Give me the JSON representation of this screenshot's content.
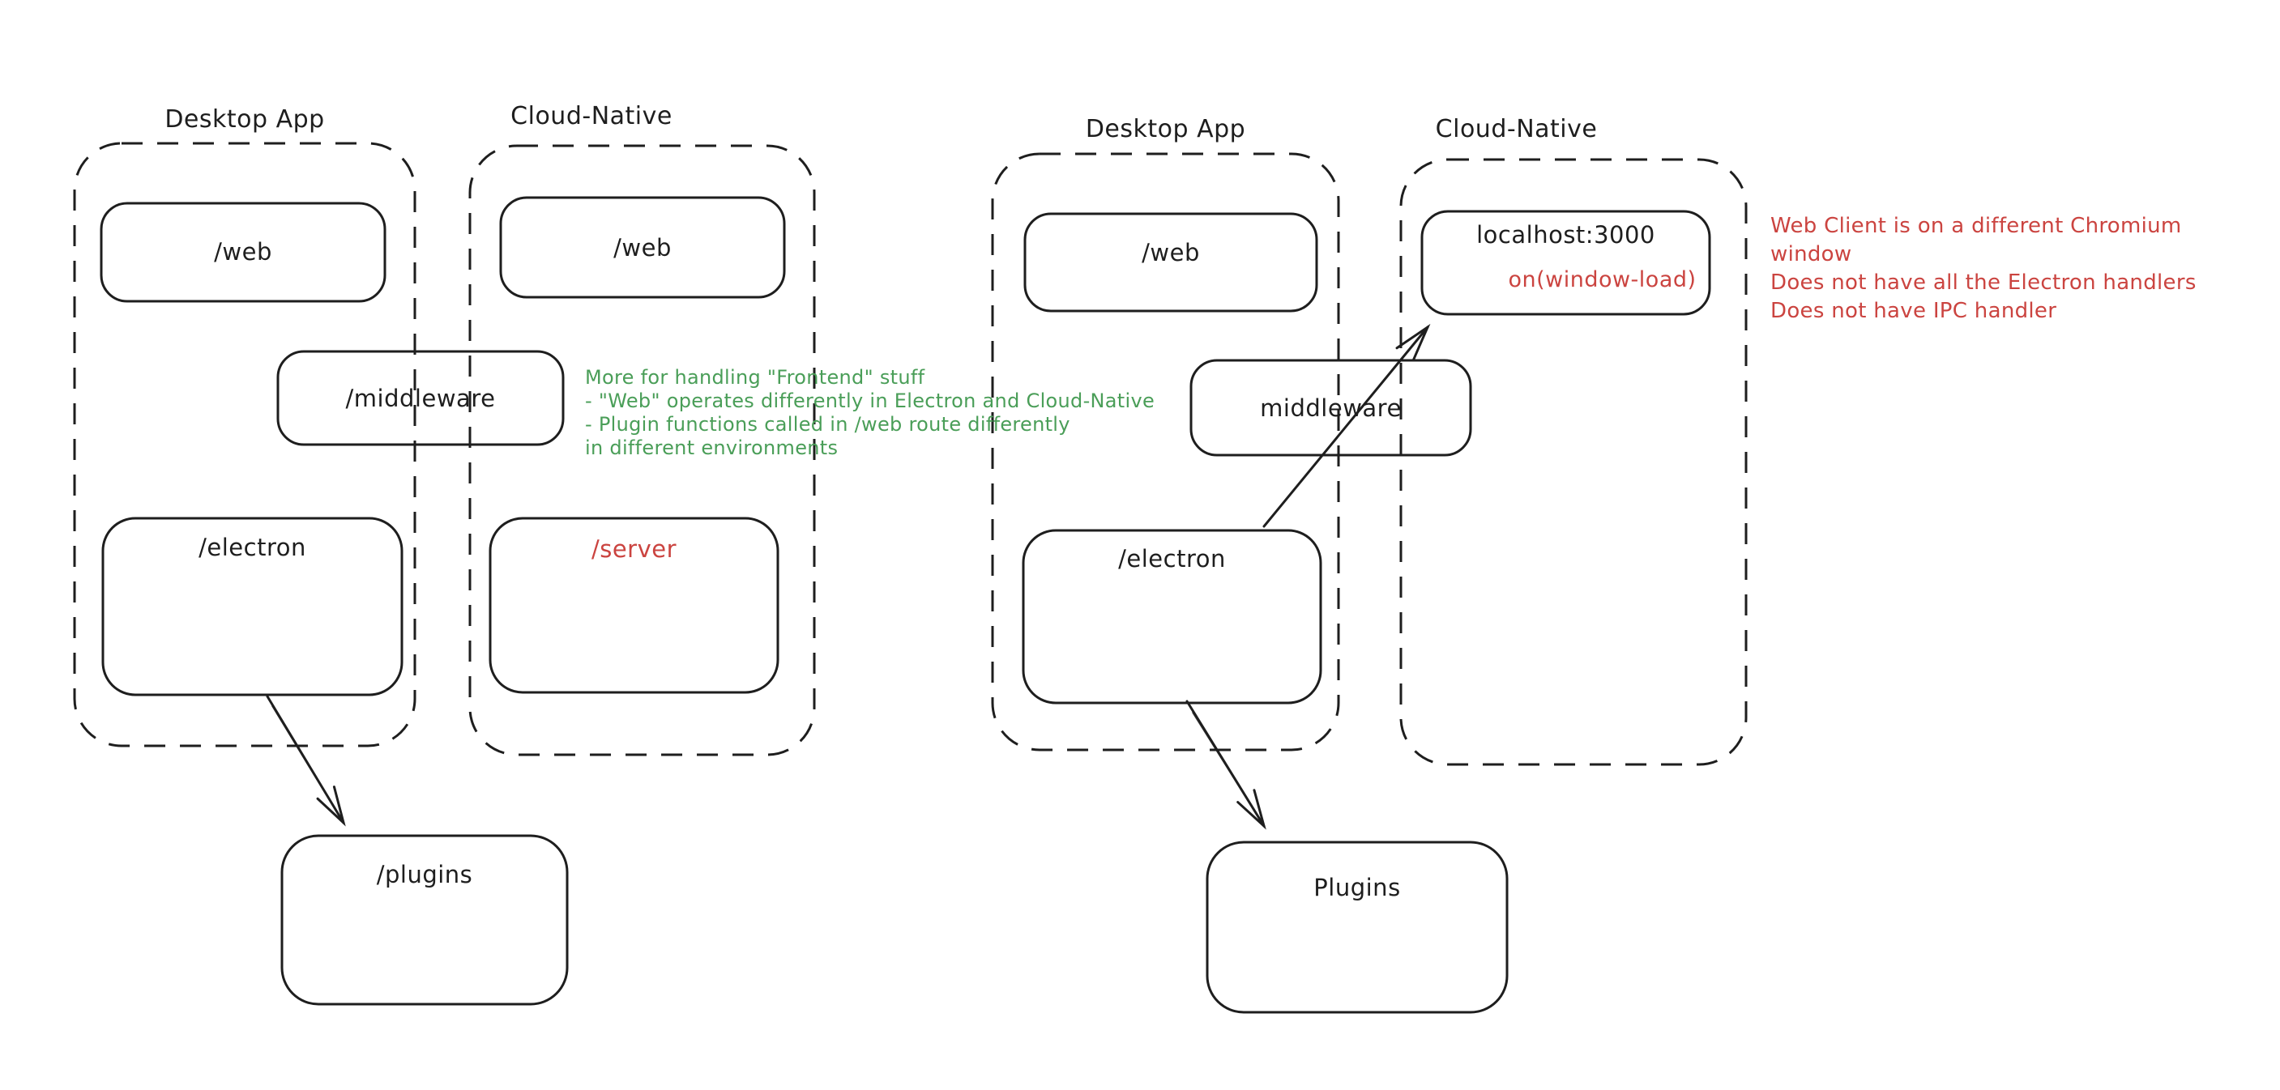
{
  "canvas": {
    "background": "#ffffff",
    "ink_color": "#1e1e1e",
    "red_color": "#cb4440",
    "green_color": "#4a9e58"
  },
  "left_diagram": {
    "desktop": {
      "title": "Desktop App",
      "web_label": "/web",
      "electron_label": "/electron"
    },
    "cloud": {
      "title": "Cloud-Native",
      "web_label": "/web",
      "server_label": "/server"
    },
    "middleware_label": "/middleware",
    "plugins_label": "/plugins",
    "note": "More for handling \"Frontend\" stuff\n- \"Web\" operates differently in Electron and Cloud-Native\n- Plugin functions called in /web route differently\nin different environments"
  },
  "right_diagram": {
    "desktop": {
      "title": "Desktop App",
      "web_label": "/web",
      "electron_label": "/electron"
    },
    "cloud": {
      "title": "Cloud-Native",
      "localhost_label": "localhost:3000",
      "localhost_sub_label": "on(window-load)"
    },
    "middleware_label": "middleware",
    "plugins_label": "Plugins",
    "note": "Web Client is on a different Chromium window\nDoes not have all the Electron handlers\nDoes not have IPC handler"
  }
}
